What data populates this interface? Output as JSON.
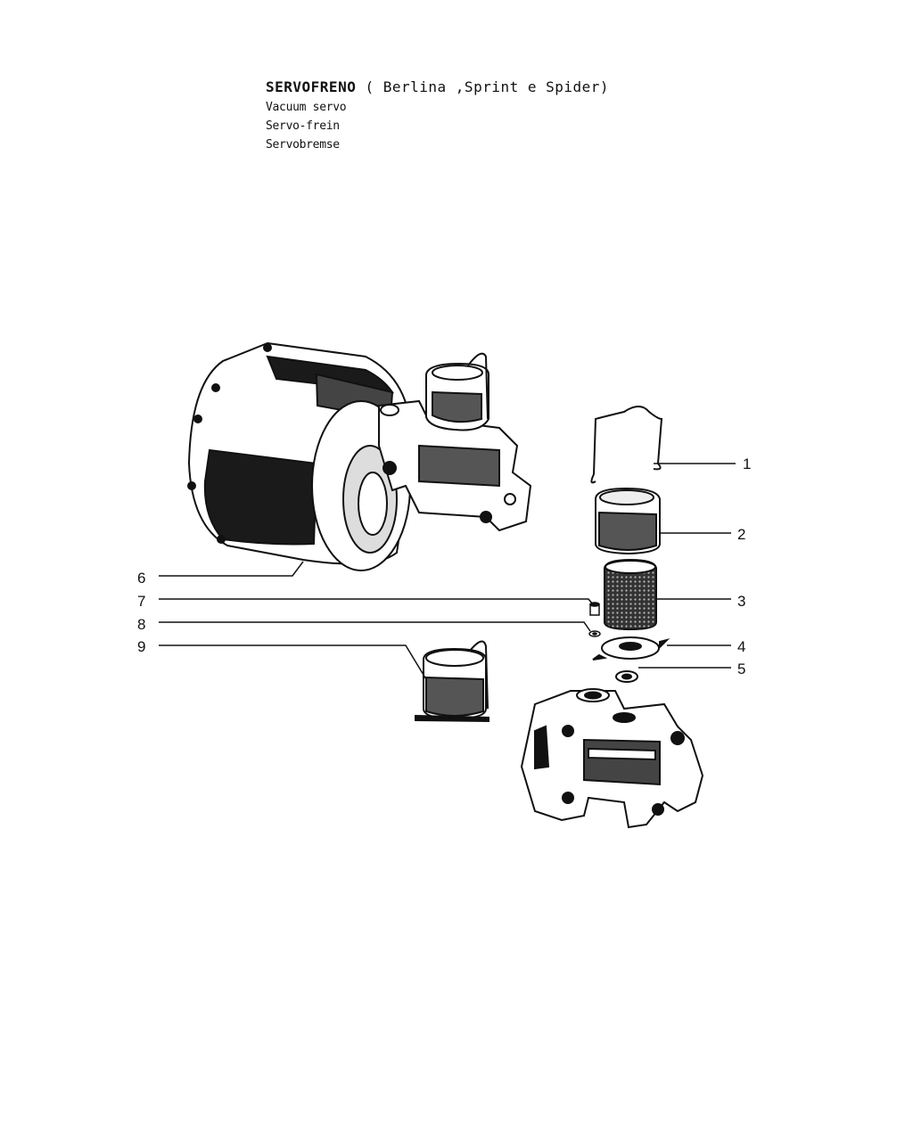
{
  "header": {
    "title_main": "SERVOFRENO",
    "title_paren": "( Berlina ,Sprint e Spider)",
    "subtitle_en": "Vacuum servo",
    "subtitle_fr": "Servo-frein",
    "subtitle_de": "Servobremse"
  },
  "callouts": {
    "c1": "1",
    "c2": "2",
    "c3": "3",
    "c4": "4",
    "c5": "5",
    "c6": "6",
    "c7": "7",
    "c8": "8",
    "c9": "9"
  }
}
